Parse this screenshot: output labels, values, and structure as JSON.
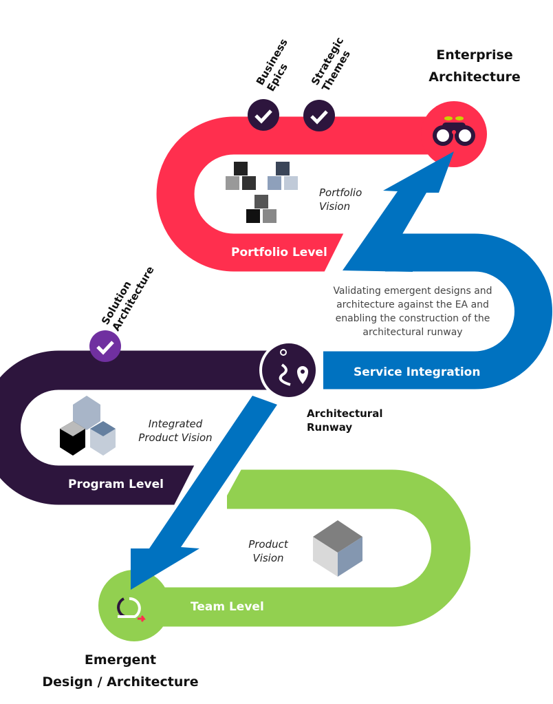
{
  "colors": {
    "portfolio": "#ff2f4e",
    "service": "#0072c0",
    "program": "#2d153d",
    "team": "#92d050",
    "check_program": "#7030a0"
  },
  "top": {
    "business_epics": [
      "Business",
      "Epics"
    ],
    "strategic_themes": [
      "Strategic",
      "Themes"
    ],
    "enterprise_architecture": [
      "Enterprise",
      "Architecture"
    ]
  },
  "portfolio": {
    "label": "Portfolio Level",
    "vision": [
      "Portfolio",
      "Vision"
    ]
  },
  "service": {
    "label": "Service Integration",
    "description": [
      "Validating emergent designs and",
      "architecture  against the EA and",
      "enabling the construction of the",
      "architectural runway"
    ]
  },
  "program": {
    "label": "Program Level",
    "vision": [
      "Integrated",
      "Product Vision"
    ],
    "solution_architecture": [
      "Solution",
      "Architecture"
    ]
  },
  "runway": {
    "label": [
      "Architectural",
      "Runway"
    ]
  },
  "team": {
    "label": "Team Level",
    "vision": [
      "Product",
      "Vision"
    ]
  },
  "emergent": {
    "label": [
      "Emergent",
      "Design / Architecture"
    ]
  }
}
